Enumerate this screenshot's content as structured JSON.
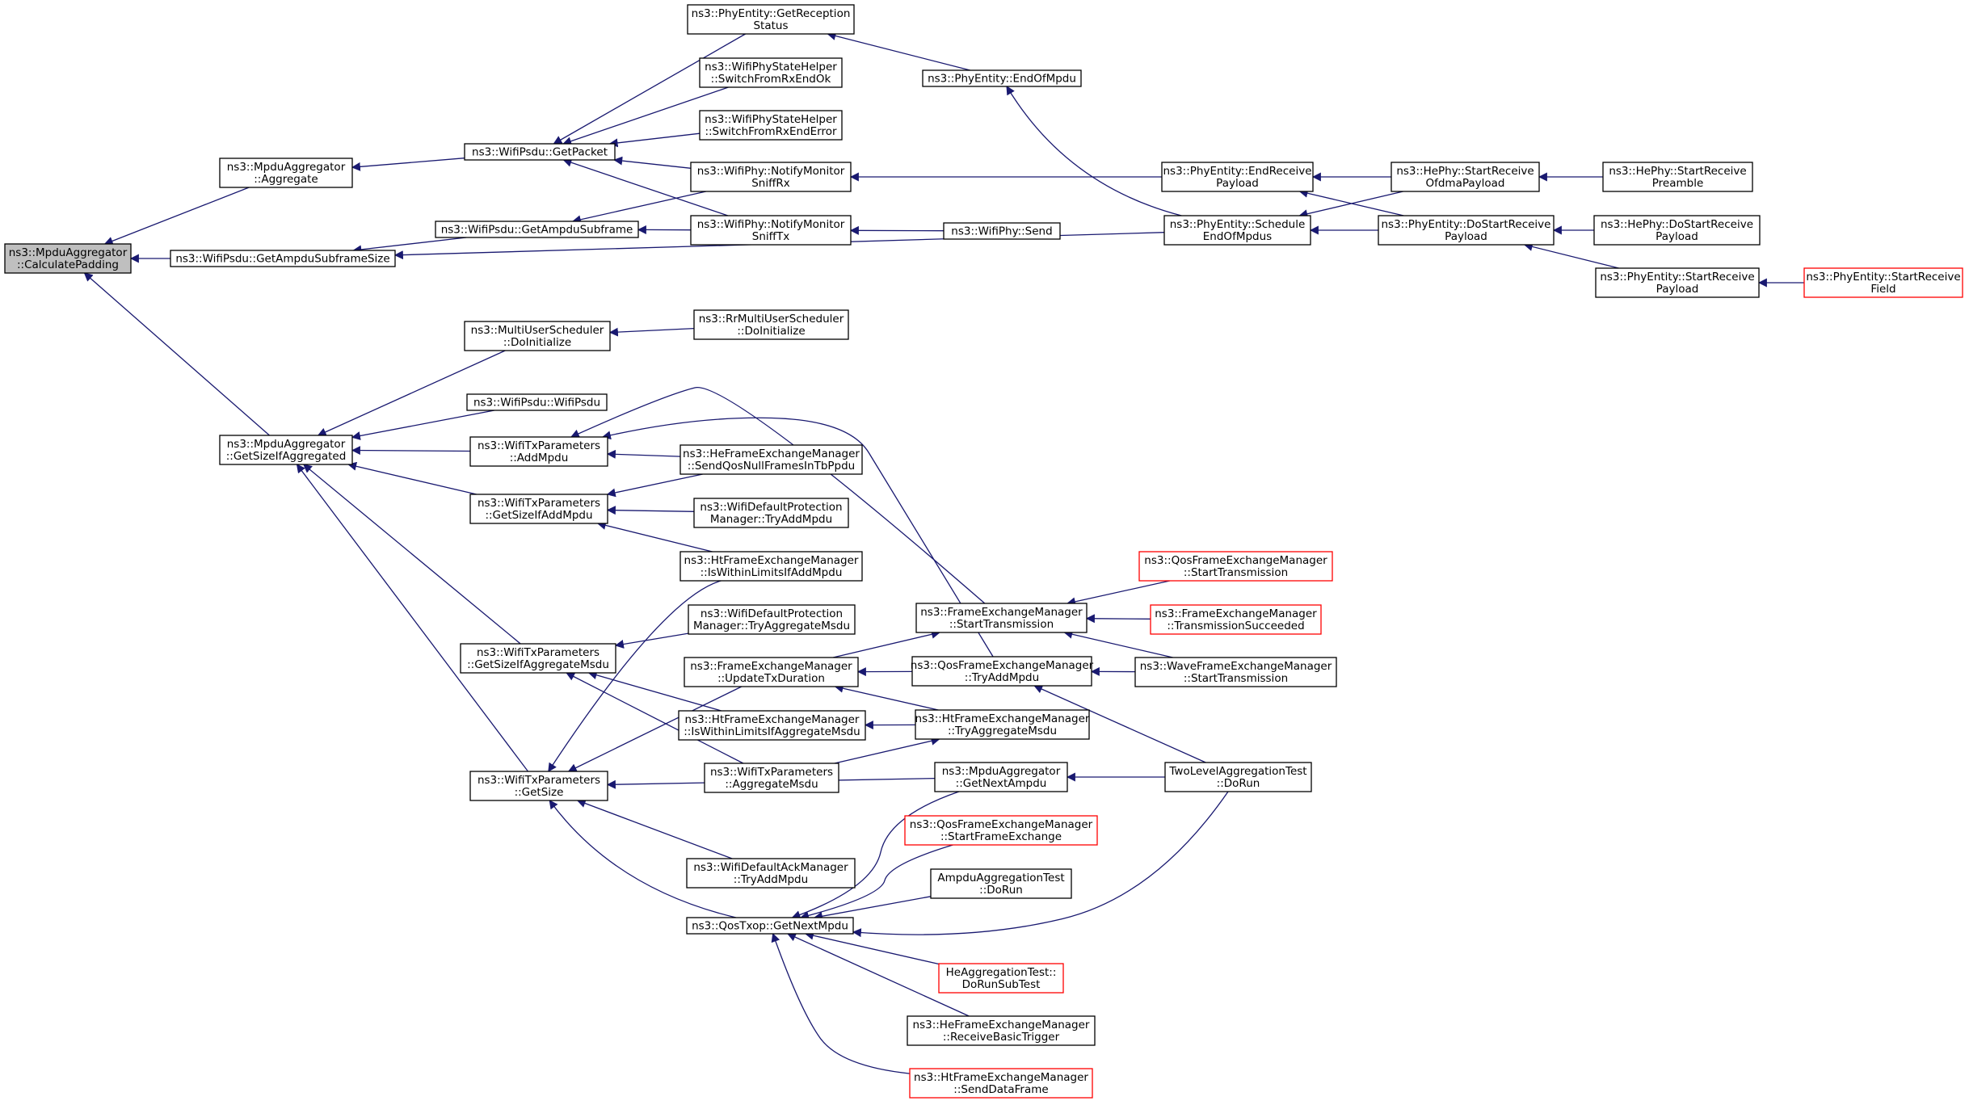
{
  "diagram": {
    "type": "call-graph",
    "colors": {
      "edge": "#191970",
      "root_fill": "#bfbfbf",
      "truncated_border": "#ff0000",
      "node_border": "#000000"
    },
    "nodes": [
      {
        "id": "calcPad",
        "lines": [
          "ns3::MpduAggregator",
          "::CalculatePadding"
        ],
        "style": "root"
      },
      {
        "id": "aggregate",
        "lines": [
          "ns3::MpduAggregator",
          "::Aggregate"
        ]
      },
      {
        "id": "subframeSize",
        "lines": [
          "ns3::WifiPsdu::GetAmpduSubframeSize"
        ]
      },
      {
        "id": "sizeIfAgg",
        "lines": [
          "ns3::MpduAggregator",
          "::GetSizeIfAggregated"
        ]
      },
      {
        "id": "getPacket",
        "lines": [
          "ns3::WifiPsdu::GetPacket"
        ]
      },
      {
        "id": "getAmpduSub",
        "lines": [
          "ns3::WifiPsdu::GetAmpduSubframe"
        ]
      },
      {
        "id": "muDoInit",
        "lines": [
          "ns3::MultiUserScheduler",
          "::DoInitialize"
        ]
      },
      {
        "id": "psduCtor",
        "lines": [
          "ns3::WifiPsdu::WifiPsdu"
        ]
      },
      {
        "id": "txAddMpdu",
        "lines": [
          "ns3::WifiTxParameters",
          "::AddMpdu"
        ]
      },
      {
        "id": "txSizeIfAddMpdu",
        "lines": [
          "ns3::WifiTxParameters",
          "::GetSizeIfAddMpdu"
        ]
      },
      {
        "id": "txSizeIfAggMsdu",
        "lines": [
          "ns3::WifiTxParameters",
          "::GetSizeIfAggregateMsdu"
        ]
      },
      {
        "id": "txGetSize",
        "lines": [
          "ns3::WifiTxParameters",
          "::GetSize"
        ]
      },
      {
        "id": "getRecStatus",
        "lines": [
          "ns3::PhyEntity::GetReception",
          "Status"
        ]
      },
      {
        "id": "switchOk",
        "lines": [
          "ns3::WifiPhyStateHelper",
          "::SwitchFromRxEndOk"
        ]
      },
      {
        "id": "switchErr",
        "lines": [
          "ns3::WifiPhyStateHelper",
          "::SwitchFromRxEndError"
        ]
      },
      {
        "id": "notifyRx",
        "lines": [
          "ns3::WifiPhy::NotifyMonitor",
          "SniffRx"
        ]
      },
      {
        "id": "notifyTx",
        "lines": [
          "ns3::WifiPhy::NotifyMonitor",
          "SniffTx"
        ]
      },
      {
        "id": "rrDoInit",
        "lines": [
          "ns3::RrMultiUserScheduler",
          "::DoInitialize"
        ]
      },
      {
        "id": "heSendQos",
        "lines": [
          "ns3::HeFrameExchangeManager",
          "::SendQosNullFramesInTbPpdu"
        ]
      },
      {
        "id": "wdpTryAddMpdu",
        "lines": [
          "ns3::WifiDefaultProtection",
          "Manager::TryAddMpdu"
        ]
      },
      {
        "id": "htWithinMpdu",
        "lines": [
          "ns3::HtFrameExchangeManager",
          "::IsWithinLimitsIfAddMpdu"
        ]
      },
      {
        "id": "wdpTryAggMsdu",
        "lines": [
          "ns3::WifiDefaultProtection",
          "Manager::TryAggregateMsdu"
        ]
      },
      {
        "id": "femUpdateTx",
        "lines": [
          "ns3::FrameExchangeManager",
          "::UpdateTxDuration"
        ]
      },
      {
        "id": "htWithinMsdu",
        "lines": [
          "ns3::HtFrameExchangeManager",
          "::IsWithinLimitsIfAggregateMsdu"
        ]
      },
      {
        "id": "txAggMsdu",
        "lines": [
          "ns3::WifiTxParameters",
          "::AggregateMsdu"
        ]
      },
      {
        "id": "wdaTryAddMpdu",
        "lines": [
          "ns3::WifiDefaultAckManager",
          "::TryAddMpdu"
        ]
      },
      {
        "id": "qosGetNext",
        "lines": [
          "ns3::QosTxop::GetNextMpdu"
        ]
      },
      {
        "id": "endOfMpdu",
        "lines": [
          "ns3::PhyEntity::EndOfMpdu"
        ]
      },
      {
        "id": "wifiSend",
        "lines": [
          "ns3::WifiPhy::Send"
        ]
      },
      {
        "id": "femStartTx",
        "lines": [
          "ns3::FrameExchangeManager",
          "::StartTransmission"
        ]
      },
      {
        "id": "qosTryAddMpdu",
        "lines": [
          "ns3::QosFrameExchangeManager",
          "::TryAddMpdu"
        ]
      },
      {
        "id": "htTryAggMsdu",
        "lines": [
          "ns3::HtFrameExchangeManager",
          "::TryAggregateMsdu"
        ]
      },
      {
        "id": "mpduNextAmpdu",
        "lines": [
          "ns3::MpduAggregator",
          "::GetNextAmpdu"
        ]
      },
      {
        "id": "qosStartFE",
        "lines": [
          "ns3::QosFrameExchangeManager",
          "::StartFrameExchange"
        ],
        "style": "truncated"
      },
      {
        "id": "ampduTest",
        "lines": [
          "AmpduAggregationTest",
          "::DoRun"
        ]
      },
      {
        "id": "heAggTest",
        "lines": [
          "HeAggregationTest::",
          "DoRunSubTest"
        ],
        "style": "truncated"
      },
      {
        "id": "heRecvTrig",
        "lines": [
          "ns3::HeFrameExchangeManager",
          "::ReceiveBasicTrigger"
        ]
      },
      {
        "id": "htSendData",
        "lines": [
          "ns3::HtFrameExchangeManager",
          "::SendDataFrame"
        ],
        "style": "truncated"
      },
      {
        "id": "endRecvPayload",
        "lines": [
          "ns3::PhyEntity::EndReceive",
          "Payload"
        ]
      },
      {
        "id": "schedEnd",
        "lines": [
          "ns3::PhyEntity::Schedule",
          "EndOfMpdus"
        ]
      },
      {
        "id": "qosStartTx",
        "lines": [
          "ns3::QosFrameExchangeManager",
          "::StartTransmission"
        ],
        "style": "truncated"
      },
      {
        "id": "femTxSucc",
        "lines": [
          "ns3::FrameExchangeManager",
          "::TransmissionSucceeded"
        ],
        "style": "truncated"
      },
      {
        "id": "waveStartTx",
        "lines": [
          "ns3::WaveFrameExchangeManager",
          "::StartTransmission"
        ]
      },
      {
        "id": "twoLevel",
        "lines": [
          "TwoLevelAggregationTest",
          "::DoRun"
        ]
      },
      {
        "id": "heStartOfdma",
        "lines": [
          "ns3::HePhy::StartReceive",
          "OfdmaPayload"
        ]
      },
      {
        "id": "doStartRecv",
        "lines": [
          "ns3::PhyEntity::DoStartReceive",
          "Payload"
        ]
      },
      {
        "id": "heStartPre",
        "lines": [
          "ns3::HePhy::StartReceive",
          "Preamble"
        ]
      },
      {
        "id": "heDoStart",
        "lines": [
          "ns3::HePhy::DoStartReceive",
          "Payload"
        ]
      },
      {
        "id": "startRecvPayload",
        "lines": [
          "ns3::PhyEntity::StartReceive",
          "Payload"
        ]
      },
      {
        "id": "startRecvField",
        "lines": [
          "ns3::PhyEntity::StartReceive",
          "Field"
        ],
        "style": "truncated"
      }
    ]
  }
}
